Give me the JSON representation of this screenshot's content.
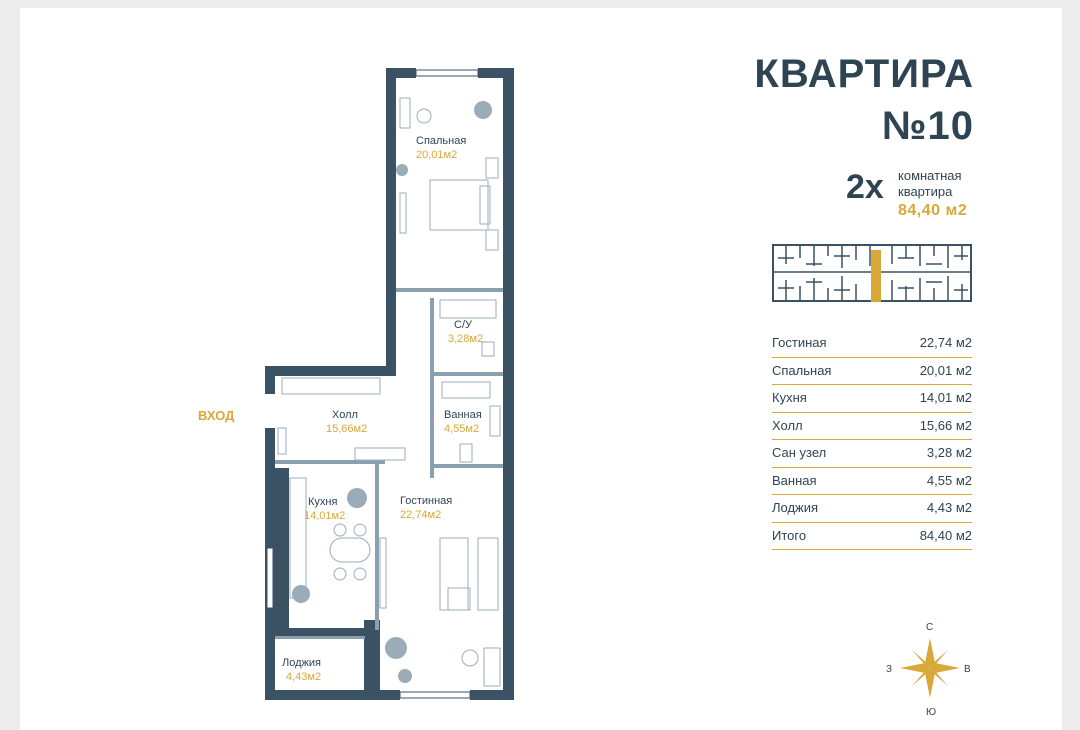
{
  "title": {
    "line1": "КВАРТИРА",
    "line2": "№10"
  },
  "summary": {
    "rooms": "2х",
    "type_line1": "комнатная",
    "type_line2": "квартира",
    "total": "84,40 м2"
  },
  "plan": {
    "entry": "ВХОД",
    "rooms": [
      {
        "name": "Спальная",
        "area": "20,01м2"
      },
      {
        "name": "С/У",
        "area": "3,28м2"
      },
      {
        "name": "Холл",
        "area": "15,66м2"
      },
      {
        "name": "Ванная",
        "area": "4,55м2"
      },
      {
        "name": "Кухня",
        "area": "14,01м2"
      },
      {
        "name": "Гостинная",
        "area": "22,74м2"
      },
      {
        "name": "Лоджия",
        "area": "4,43м2"
      }
    ]
  },
  "areas_table": [
    {
      "name": "Гостиная",
      "value": "22,74 м2"
    },
    {
      "name": "Спальная",
      "value": "20,01 м2"
    },
    {
      "name": "Кухня",
      "value": "14,01 м2"
    },
    {
      "name": "Холл",
      "value": "15,66 м2"
    },
    {
      "name": "Сан узел",
      "value": "3,28 м2"
    },
    {
      "name": "Ванная",
      "value": "4,55 м2"
    },
    {
      "name": "Лоджия",
      "value": "4,43 м2"
    },
    {
      "name": "Итого",
      "value": "84,40 м2"
    }
  ],
  "compass": {
    "n": "С",
    "s": "Ю",
    "w": "З",
    "e": "В"
  },
  "colors": {
    "wall": "#3b5264",
    "accent": "#d8a838",
    "text": "#2f4453"
  }
}
